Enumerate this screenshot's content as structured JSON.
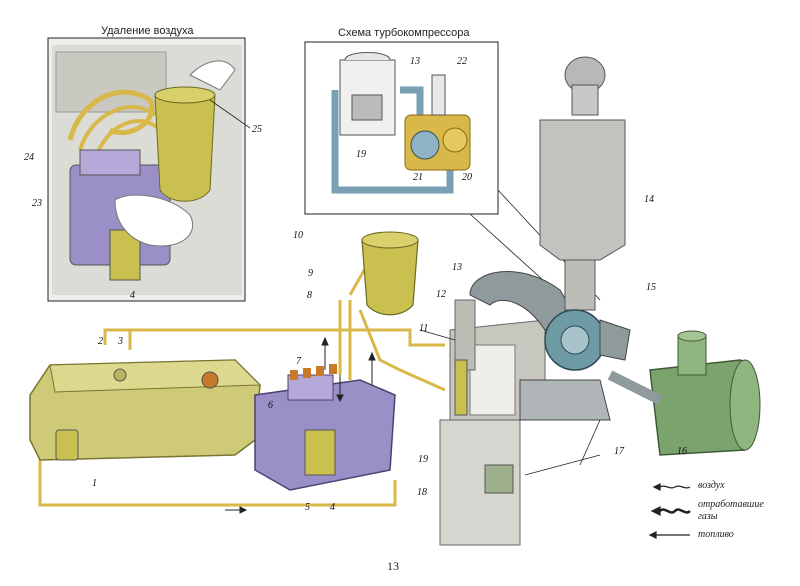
{
  "titles": {
    "bleeding_inset": "Удаление воздуха",
    "turbo_inset": "Схема турбокомпрессора"
  },
  "callouts": [
    "1",
    "2",
    "3",
    "4",
    "4",
    "5",
    "6",
    "7",
    "8",
    "9",
    "10",
    "11",
    "12",
    "13",
    "13",
    "14",
    "15",
    "16",
    "17",
    "18",
    "19",
    "19",
    "20",
    "21",
    "22",
    "23",
    "24",
    "25"
  ],
  "legend": {
    "air": "воздух",
    "exhaust_line1": "отработавшие",
    "exhaust_line2": "газы",
    "fuel": "топливо"
  },
  "page_number": "13",
  "colors": {
    "fuel_line": "#d9b84a",
    "tank": "#cfca78",
    "pump": "#9b8fc7",
    "engine": "#d6d6d0",
    "turbo": "#6e9aa3",
    "filter_housing": "#8f9a9c",
    "air_cleaner": "#7aa36d",
    "line_dark": "#222222"
  }
}
